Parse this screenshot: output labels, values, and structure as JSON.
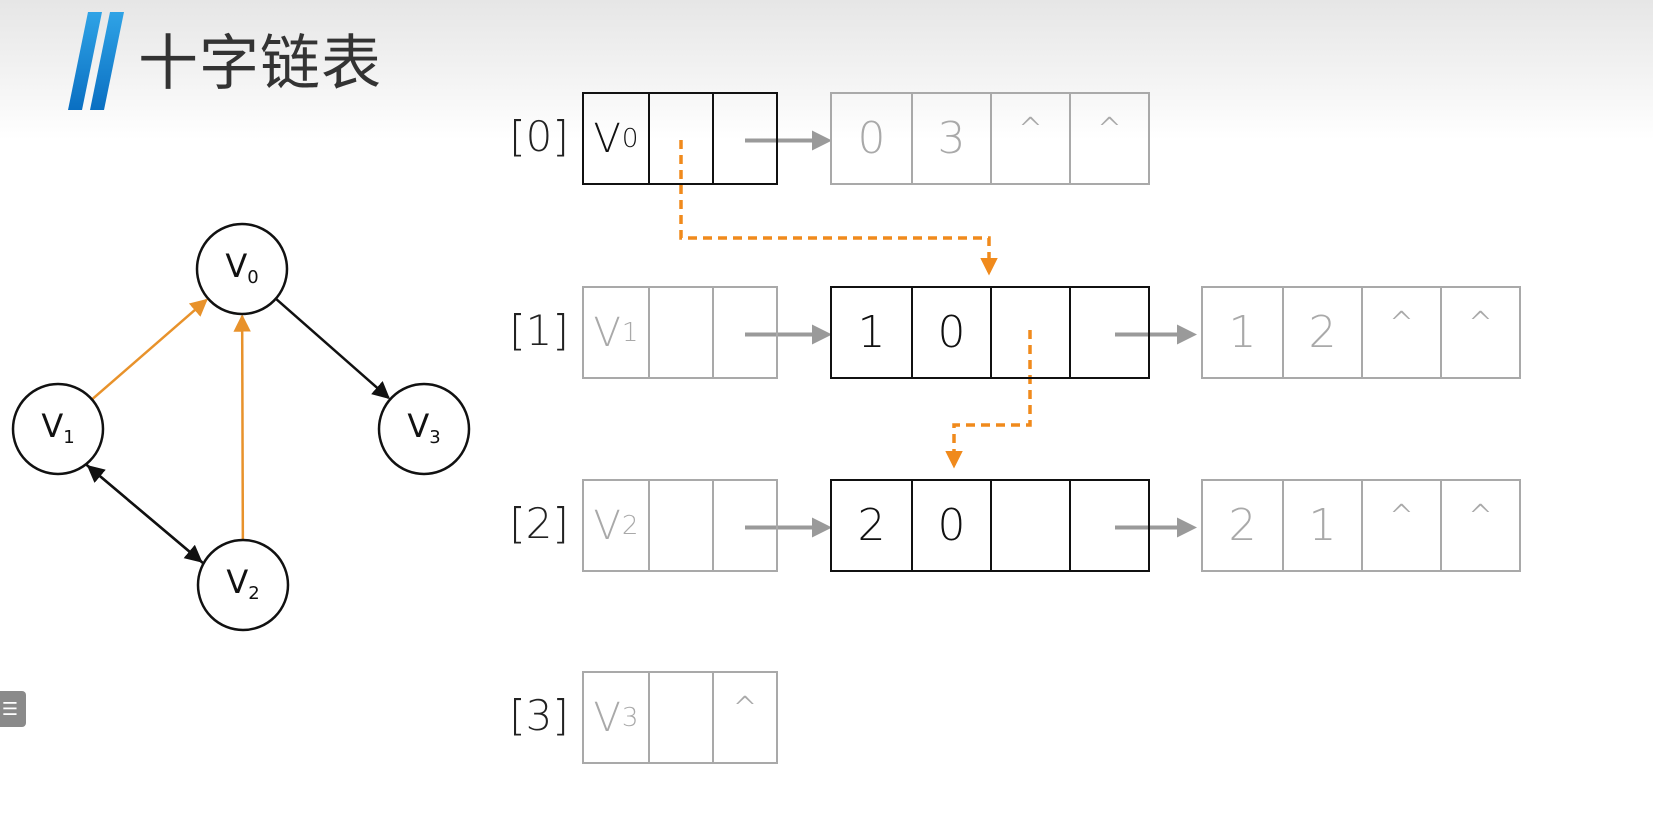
{
  "title": "十字链表",
  "graph": {
    "nodes": [
      {
        "id": "v0",
        "letter": "V",
        "sub": "0"
      },
      {
        "id": "v1",
        "letter": "V",
        "sub": "1"
      },
      {
        "id": "v2",
        "letter": "V",
        "sub": "2"
      },
      {
        "id": "v3",
        "letter": "V",
        "sub": "3"
      }
    ],
    "edges": [
      {
        "from": "v1",
        "to": "v0",
        "color": "#e8922b"
      },
      {
        "from": "v2",
        "to": "v0",
        "color": "#e8922b"
      },
      {
        "from": "v0",
        "to": "v3",
        "color": "#111111"
      },
      {
        "from": "v1",
        "to": "v2",
        "color": "#111111"
      },
      {
        "from": "v2",
        "to": "v1",
        "color": "#111111"
      }
    ]
  },
  "rows": [
    {
      "index": "[0]",
      "vertex": {
        "letter": "V",
        "sub": "0",
        "in": "",
        "out": "",
        "active": true
      },
      "arcs": [
        {
          "tail": "0",
          "head": "3",
          "hlink": "^",
          "tlink": "^",
          "active": false
        }
      ]
    },
    {
      "index": "[1]",
      "vertex": {
        "letter": "V",
        "sub": "1",
        "in": "",
        "out": "",
        "active": false
      },
      "arcs": [
        {
          "tail": "1",
          "head": "0",
          "hlink": "",
          "tlink": "",
          "active": true
        },
        {
          "tail": "1",
          "head": "2",
          "hlink": "^",
          "tlink": "^",
          "active": false
        }
      ]
    },
    {
      "index": "[2]",
      "vertex": {
        "letter": "V",
        "sub": "2",
        "in": "",
        "out": "",
        "active": false
      },
      "arcs": [
        {
          "tail": "2",
          "head": "0",
          "hlink": "",
          "tlink": "",
          "active": true
        },
        {
          "tail": "2",
          "head": "1",
          "hlink": "^",
          "tlink": "^",
          "active": false
        }
      ]
    },
    {
      "index": "[3]",
      "vertex": {
        "letter": "V",
        "sub": "3",
        "in": "",
        "out": "^",
        "active": false
      },
      "arcs": []
    }
  ],
  "colors": {
    "accent": "#e8922b",
    "active": "#111111",
    "inactive": "#a9a9a9",
    "title_bar_light": "#2fa3e6",
    "title_bar_dark": "#0a6fc2"
  },
  "side_tab_icon": "menu-icon"
}
